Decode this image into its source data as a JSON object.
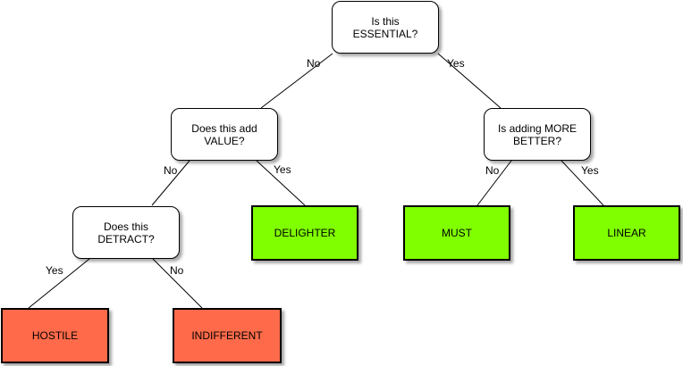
{
  "questions": {
    "essential": {
      "line1": "Is this",
      "line2": "ESSENTIAL?"
    },
    "value": {
      "line1": "Does this add",
      "line2": "VALUE?"
    },
    "better": {
      "line1": "Is adding MORE",
      "line2": "BETTER?"
    },
    "detract": {
      "line1": "Does this",
      "line2": "DETRACT?"
    }
  },
  "results": {
    "delighter": "DELIGHTER",
    "must": "MUST",
    "linear": "LINEAR",
    "hostile": "HOSTILE",
    "indifferent": "INDIFFERENT"
  },
  "edges": {
    "essential_no": "No",
    "essential_yes": "Yes",
    "value_no": "No",
    "value_yes": "Yes",
    "better_no": "No",
    "better_yes": "Yes",
    "detract_yes": "Yes",
    "detract_no": "No"
  },
  "colors": {
    "positive": "#80ff00",
    "negative": "#ff6b4a"
  }
}
